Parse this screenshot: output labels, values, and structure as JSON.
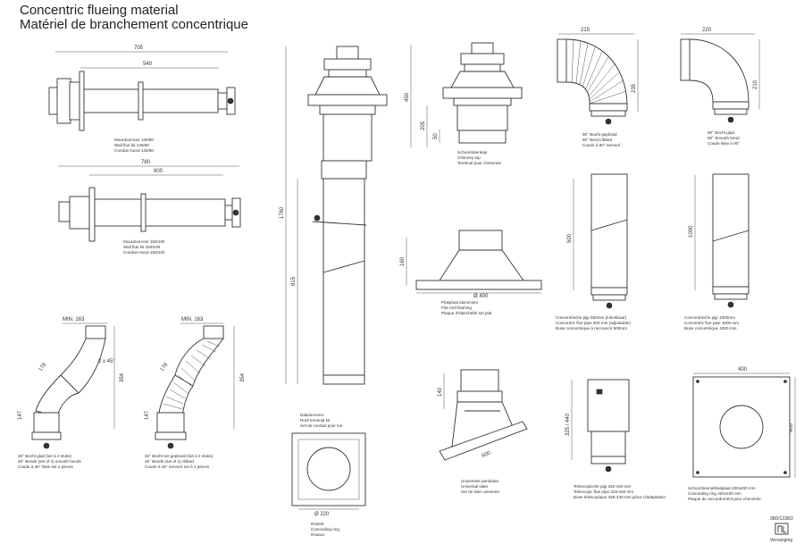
{
  "title": {
    "line1": "Concentric flueing material",
    "line2": "Matériel de branchement concentrique"
  },
  "components": [
    {
      "id": "wall_kit_80",
      "dims": [
        "705",
        "540"
      ],
      "caption": [
        "Muurdoorvoer 130/80",
        "Wall flue kit 130/80",
        "Conduit mural 130/80"
      ]
    },
    {
      "id": "wall_kit_100",
      "dims": [
        "780",
        "600"
      ],
      "caption": [
        "Muurdoorvoer 150/100",
        "Wall flue kit 150/100",
        "Conduit mural 150/100"
      ]
    },
    {
      "id": "bend45_smooth",
      "dims": [
        "MIN. 163",
        "178",
        "147",
        "354",
        "2 x 45°"
      ],
      "caption": [
        "45° Bocht glad (set à 2 stuks)",
        "45° Bends (set of 2) smooth bends",
        "Coude à 45° lisse set 2 pièces"
      ]
    },
    {
      "id": "bend45_ribbed",
      "dims": [
        "MIN. 163",
        "178",
        "147",
        "354"
      ],
      "caption": [
        "45° Bocht set geplooid (set à 2 stuks)",
        "45° Bends (set of 2) ribbed",
        "Coude à 45° nervuré set à 2 pièces"
      ]
    },
    {
      "id": "roof_terminal",
      "dims": [
        "1760",
        "815"
      ],
      "caption": [
        "Dakdoorvoer",
        "Roof terminal kit",
        "Set de conduit pour toit"
      ]
    },
    {
      "id": "roseet",
      "dims": [
        "Ø 220"
      ],
      "caption": [
        "Roseet",
        "Concealing ring",
        "Rosace"
      ]
    },
    {
      "id": "chimney_top",
      "dims": [
        "450",
        "205",
        "50"
      ],
      "caption": [
        "Schoorsteenkap",
        "Chimney top",
        "Terminal pour cheminée"
      ]
    },
    {
      "id": "flat_roof_plate",
      "dims": [
        "160",
        "Ø 400"
      ],
      "caption": [
        "Plakplaat aluminium",
        "Flat roof flashing",
        "Plaque d'étanchéité toit plat"
      ]
    },
    {
      "id": "universal_plate",
      "dims": [
        "140",
        "600"
      ],
      "caption": [
        "Universele pan/plaat",
        "Universal slate",
        "Set de tuile universel"
      ]
    },
    {
      "id": "bend90_ribbed",
      "dims": [
        "215",
        "235"
      ],
      "caption": [
        "90° Bocht geplooid",
        "90° Bend ribbed",
        "Coude à 90° nervuré"
      ]
    },
    {
      "id": "bend90_smooth",
      "dims": [
        "220",
        "210"
      ],
      "caption": [
        "90° Bocht glad",
        "90° Smooth bend",
        "Coude lisse à 90°"
      ]
    },
    {
      "id": "pipe_500",
      "dims": [
        "500"
      ],
      "caption": [
        "Concentrische pijp 500mm (inkortbaar)",
        "Concentric flue pipe 500 mm (adjustable)",
        "Buse concentrique à raccourcir 500mm"
      ]
    },
    {
      "id": "pipe_1000",
      "dims": [
        "1000"
      ],
      "caption": [
        "Concentrische pijp 1000mm",
        "Concentric flue pipe 1000 mm",
        "Buse concentrique 1000 mm"
      ]
    },
    {
      "id": "telescopic",
      "dims": [
        "325 / 440"
      ],
      "caption": [
        "Telescopische pijp 325-440 mm",
        "Telescopic flue pipe 325-440 mm",
        "Buse télescopique 325-440 mm pièce d'adaptation"
      ]
    },
    {
      "id": "ceiling_plate",
      "dims": [
        "400",
        "400"
      ],
      "caption": [
        "Schoorsteenafsluitplaat 400x400 mm",
        "Concealing ring 400x400 mm",
        "Plaque de raccordement pour cheminée"
      ]
    }
  ],
  "footer": {
    "code": "38D/1238/2",
    "brand": "Vervanging"
  }
}
